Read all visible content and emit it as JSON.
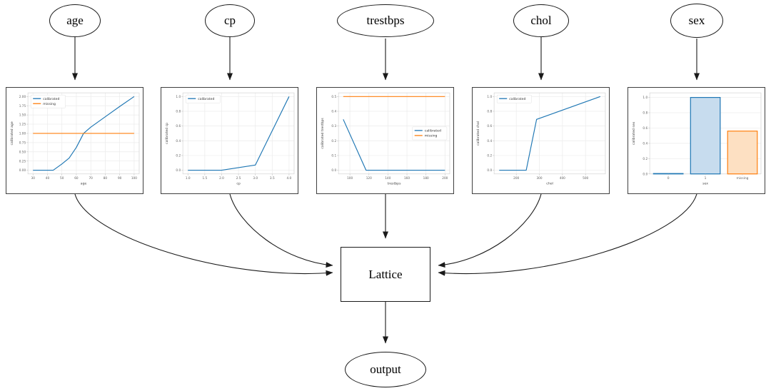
{
  "diagram": {
    "nodes": {
      "age": {
        "label": "age"
      },
      "cp": {
        "label": "cp"
      },
      "trestbps": {
        "label": "trestbps"
      },
      "chol": {
        "label": "chol"
      },
      "sex": {
        "label": "sex"
      },
      "lattice": {
        "label": "Lattice"
      },
      "output": {
        "label": "output"
      }
    },
    "edges": [
      {
        "from": "age",
        "to": "age-calibrator"
      },
      {
        "from": "cp",
        "to": "cp-calibrator"
      },
      {
        "from": "trestbps",
        "to": "trestbps-calibrator"
      },
      {
        "from": "chol",
        "to": "chol-calibrator"
      },
      {
        "from": "sex",
        "to": "sex-calibrator"
      },
      {
        "from": "age-calibrator",
        "to": "lattice"
      },
      {
        "from": "cp-calibrator",
        "to": "lattice"
      },
      {
        "from": "trestbps-calibrator",
        "to": "lattice"
      },
      {
        "from": "chol-calibrator",
        "to": "lattice"
      },
      {
        "from": "sex-calibrator",
        "to": "lattice"
      },
      {
        "from": "lattice",
        "to": "output"
      }
    ]
  },
  "colors": {
    "calibrated": "#1f77b4",
    "missing": "#ff7f0e",
    "calibrated_fill": "#c7dcee",
    "missing_fill": "#fde0c2",
    "grid": "#ebebeb",
    "spine": "#d8d8d8",
    "tick_text": "#5f5f5f",
    "axis_text": "#444444"
  },
  "chart_data": [
    {
      "type": "line",
      "feature": "age",
      "xlabel": "age",
      "ylabel": "calibrated age",
      "xlim": [
        26.5,
        103.5
      ],
      "ylim": [
        -0.1,
        2.1
      ],
      "xticks": [
        30,
        40,
        50,
        60,
        70,
        80,
        90,
        100
      ],
      "xtick_labels": [
        "30",
        "40",
        "50",
        "60",
        "70",
        "80",
        "90",
        "100"
      ],
      "yticks": [
        0,
        0.25,
        0.5,
        0.75,
        1.0,
        1.25,
        1.5,
        1.75,
        2.0
      ],
      "ytick_labels": [
        "0.00",
        "0.25",
        "0.50",
        "0.75",
        "1.00",
        "1.25",
        "1.50",
        "1.75",
        "2.00"
      ],
      "legend": "upper-left",
      "series": [
        {
          "name": "calibrated",
          "color": "calibrated",
          "points": [
            [
              30,
              0
            ],
            [
              44,
              0
            ],
            [
              50,
              0.17
            ],
            [
              55,
              0.33
            ],
            [
              60,
              0.62
            ],
            [
              65,
              1.0
            ],
            [
              70,
              1.17
            ],
            [
              80,
              1.45
            ],
            [
              90,
              1.73
            ],
            [
              100,
              2.0
            ]
          ]
        },
        {
          "name": "missing",
          "color": "missing",
          "points": [
            [
              30,
              1.0
            ],
            [
              100,
              1.0
            ]
          ]
        }
      ]
    },
    {
      "type": "line",
      "feature": "cp",
      "xlabel": "cp",
      "ylabel": "calibrated cp",
      "xlim": [
        0.85,
        4.15
      ],
      "ylim": [
        -0.05,
        1.05
      ],
      "xticks": [
        1.0,
        1.5,
        2.0,
        2.5,
        3.0,
        3.5,
        4.0
      ],
      "xtick_labels": [
        "1.0",
        "1.5",
        "2.0",
        "2.5",
        "3.0",
        "3.5",
        "4.0"
      ],
      "yticks": [
        0,
        0.2,
        0.4,
        0.6,
        0.8,
        1.0
      ],
      "ytick_labels": [
        "0.0",
        "0.2",
        "0.4",
        "0.6",
        "0.8",
        "1.0"
      ],
      "legend": "upper-left",
      "series": [
        {
          "name": "calibrated",
          "color": "calibrated",
          "points": [
            [
              1,
              0
            ],
            [
              2,
              0
            ],
            [
              3,
              0.07
            ],
            [
              4,
              1.0
            ]
          ]
        }
      ]
    },
    {
      "type": "line",
      "feature": "trestbps",
      "xlabel": "trestbps",
      "ylabel": "calibrated trestbps",
      "xlim": [
        88,
        205
      ],
      "ylim": [
        -0.025,
        0.525
      ],
      "xticks": [
        100,
        120,
        140,
        160,
        180,
        200
      ],
      "xtick_labels": [
        "100",
        "120",
        "140",
        "160",
        "180",
        "200"
      ],
      "yticks": [
        0,
        0.1,
        0.2,
        0.3,
        0.4,
        0.5
      ],
      "ytick_labels": [
        "0.0",
        "0.1",
        "0.2",
        "0.3",
        "0.4",
        "0.5"
      ],
      "legend": "center-right",
      "series": [
        {
          "name": "calibrated",
          "color": "calibrated",
          "points": [
            [
              93,
              0.345
            ],
            [
              117,
              0
            ],
            [
              200,
              0
            ]
          ]
        },
        {
          "name": "missing",
          "color": "missing",
          "points": [
            [
              93,
              0.5
            ],
            [
              200,
              0.5
            ]
          ]
        }
      ]
    },
    {
      "type": "line",
      "feature": "chol",
      "xlabel": "chol",
      "ylabel": "calibrated chol",
      "xlim": [
        104,
        586
      ],
      "ylim": [
        -0.05,
        1.05
      ],
      "xticks": [
        200,
        300,
        400,
        500
      ],
      "xtick_labels": [
        "200",
        "300",
        "400",
        "500"
      ],
      "yticks": [
        0,
        0.2,
        0.4,
        0.6,
        0.8,
        1.0
      ],
      "ytick_labels": [
        "0.0",
        "0.2",
        "0.4",
        "0.6",
        "0.8",
        "1.0"
      ],
      "legend": "upper-left",
      "series": [
        {
          "name": "calibrated",
          "color": "calibrated",
          "points": [
            [
              126,
              0
            ],
            [
              243,
              0
            ],
            [
              288,
              0.69
            ],
            [
              564,
              1.0
            ]
          ]
        }
      ]
    },
    {
      "type": "bar",
      "feature": "sex",
      "xlabel": "sex",
      "ylabel": "calibrated sex",
      "ylim": [
        0,
        1.06
      ],
      "categories": [
        "0",
        "1",
        "missing"
      ],
      "values": [
        0.005,
        1.0,
        0.56
      ],
      "bar_colors": [
        "calibrated",
        "calibrated",
        "missing"
      ],
      "yticks": [
        0,
        0.2,
        0.4,
        0.6,
        0.8,
        1.0
      ],
      "ytick_labels": [
        "0.0",
        "0.2",
        "0.4",
        "0.6",
        "0.8",
        "1.0"
      ],
      "legend": "none",
      "series": []
    }
  ]
}
